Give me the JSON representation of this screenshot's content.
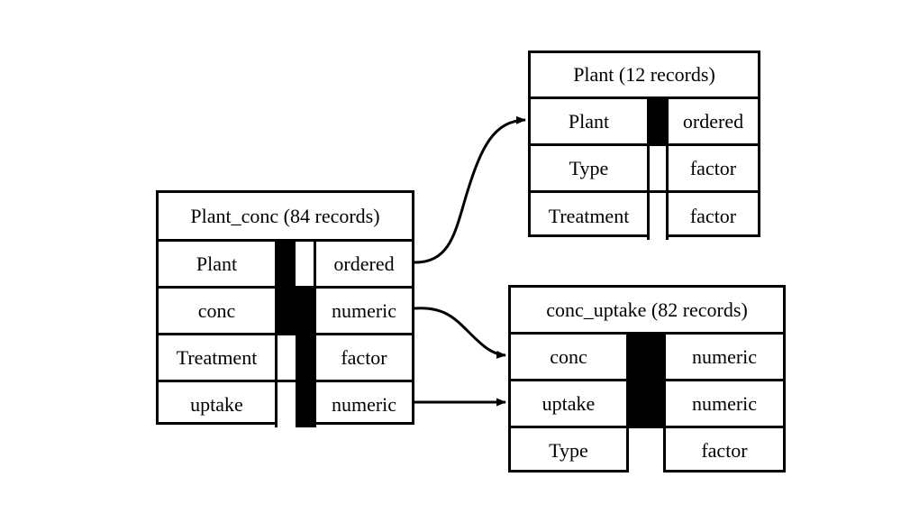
{
  "diagram": {
    "type": "entity-relationship-table-layout",
    "background_color": "#ffffff",
    "line_color": "#000000",
    "key_fill_color": "#000000",
    "entities": [
      {
        "id": "plant_conc",
        "title": "Plant_conc (84 records)",
        "name": "Plant_conc",
        "record_count": 84,
        "record_label": "84 records",
        "key_columns": 2,
        "fields": [
          {
            "name": "Plant",
            "type": "ordered",
            "keys": [
              "filled",
              "empty"
            ]
          },
          {
            "name": "conc",
            "type": "numeric",
            "keys": [
              "filled",
              "filled"
            ]
          },
          {
            "name": "Treatment",
            "type": "factor",
            "keys": [
              "empty",
              "filled"
            ]
          },
          {
            "name": "uptake",
            "type": "numeric",
            "keys": [
              "empty",
              "filled"
            ]
          }
        ]
      },
      {
        "id": "plant",
        "title": "Plant (12 records)",
        "name": "Plant",
        "record_count": 12,
        "record_label": "12 records",
        "key_columns": 1,
        "fields": [
          {
            "name": "Plant",
            "type": "ordered",
            "keys": [
              "filled"
            ]
          },
          {
            "name": "Type",
            "type": "factor",
            "keys": [
              "empty"
            ]
          },
          {
            "name": "Treatment",
            "type": "factor",
            "keys": [
              "empty"
            ]
          }
        ]
      },
      {
        "id": "conc_uptake",
        "title": "conc_uptake (82 records)",
        "name": "conc_uptake",
        "record_count": 82,
        "record_label": "82 records",
        "key_columns": 1,
        "fields": [
          {
            "name": "conc",
            "type": "numeric",
            "keys": [
              "filled"
            ]
          },
          {
            "name": "uptake",
            "type": "numeric",
            "keys": [
              "filled"
            ]
          },
          {
            "name": "Type",
            "type": "factor",
            "keys": [
              "empty"
            ]
          }
        ]
      }
    ],
    "connectors": [
      {
        "id": "plant-conc-to-plant",
        "from_entity": "Plant_conc",
        "from_field": "Plant",
        "to_entity": "Plant",
        "to_field": "Plant",
        "style": "curved",
        "arrowhead": "solid-triangle"
      },
      {
        "id": "plant-conc-to-conc-uptake",
        "from_entity": "Plant_conc",
        "from_field": "conc",
        "to_entity": "conc_uptake",
        "to_field": "conc",
        "style": "curved",
        "arrowhead": "solid-triangle"
      },
      {
        "id": "plant-conc-uptake-to-uptake",
        "from_entity": "Plant_conc",
        "from_field": "uptake",
        "to_entity": "conc_uptake",
        "to_field": "uptake",
        "style": "straight",
        "arrowhead": "solid-triangle"
      }
    ]
  }
}
